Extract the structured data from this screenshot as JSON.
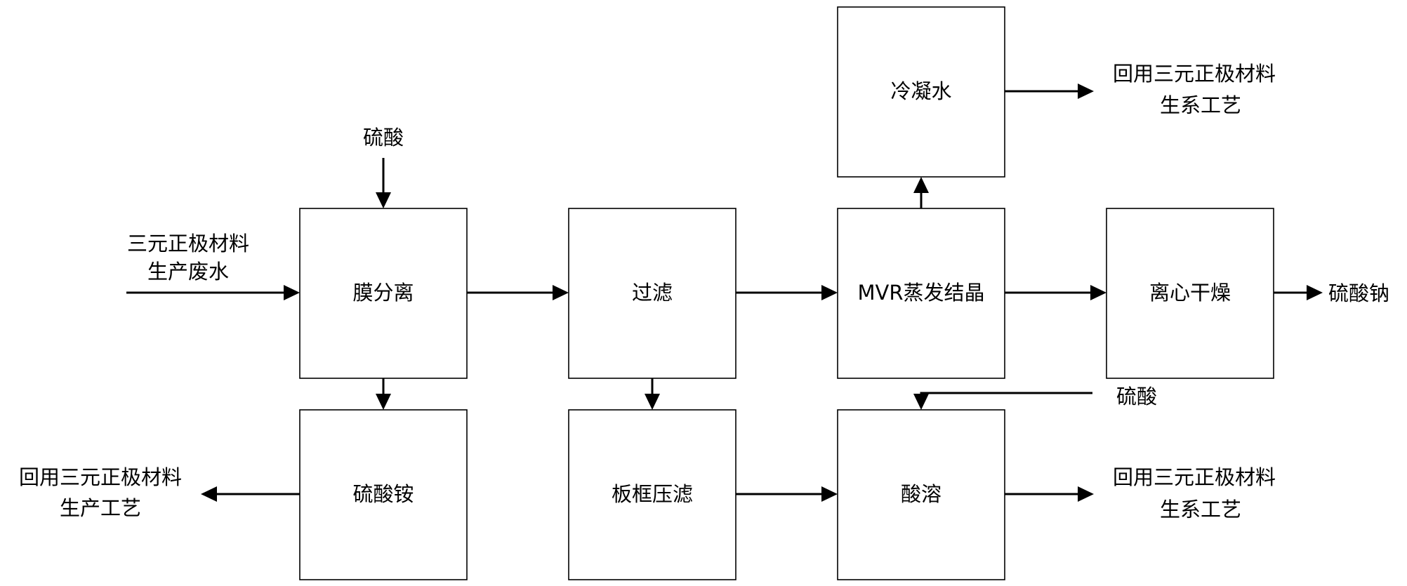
{
  "nodes": {
    "membrane": "膜分离",
    "filter": "过滤",
    "mvr": "MVR蒸发结晶",
    "condensate": "冷凝水",
    "centrifuge": "离心干燥",
    "ammonium": "硫酸铵",
    "press": "板框压滤",
    "acid_dissolve": "酸溶"
  },
  "labels": {
    "wastewater_1": "三元正极材料",
    "wastewater_2": "生产废水",
    "sulfuric_top": "硫酸",
    "sulfuric_right": "硫酸",
    "sodium_sulfate": "硫酸钠",
    "recycle_top_1": "回用三元正极材料",
    "recycle_top_2": "生系工艺",
    "recycle_left_1": "回用三元正极材料",
    "recycle_left_2": "生产工艺",
    "recycle_bottom_1": "回用三元正极材料",
    "recycle_bottom_2": "生系工艺"
  }
}
